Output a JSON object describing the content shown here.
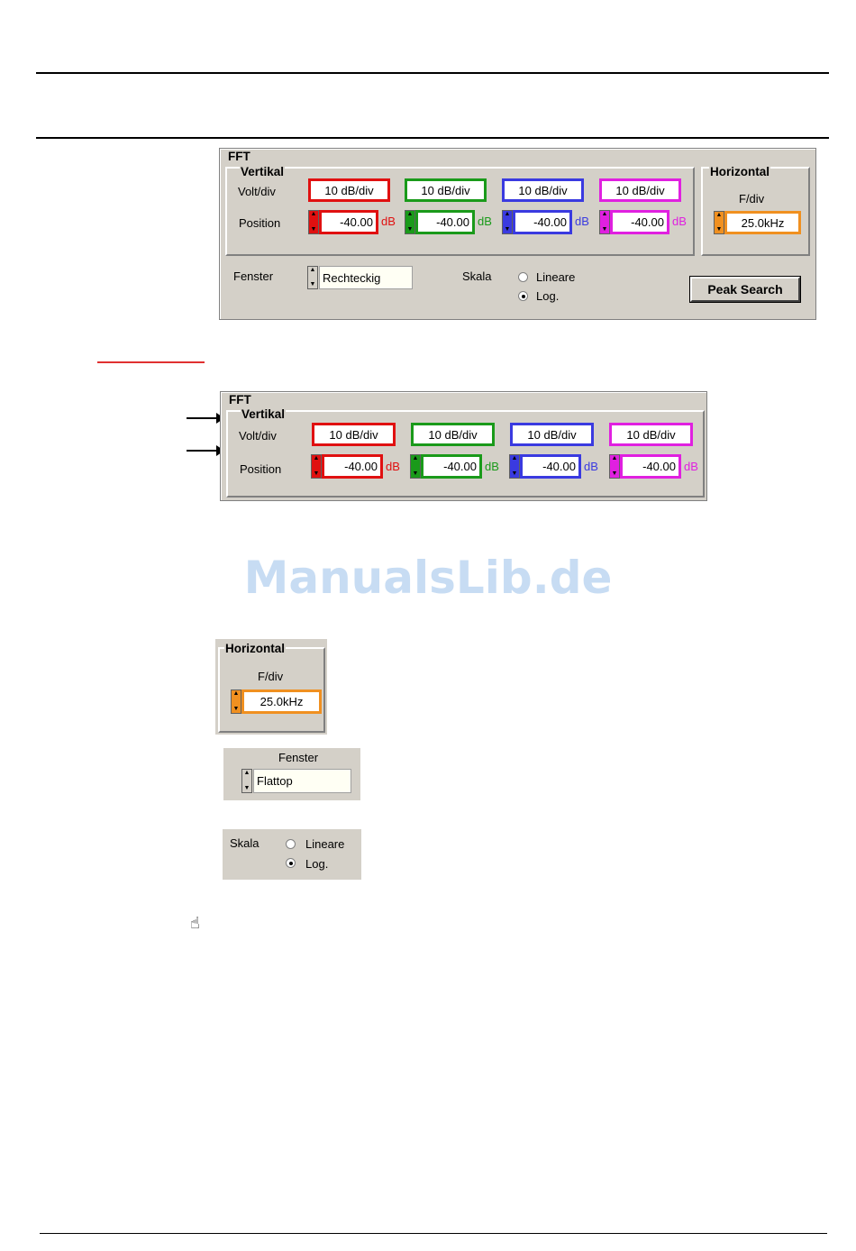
{
  "colors": {
    "ch1": "#e01010",
    "ch2": "#1a9a1a",
    "ch3": "#3a3ae0",
    "ch4": "#e020e0",
    "horizontal": "#f09020",
    "panel_bg": "#d4d0c8",
    "link_underline": "#e03030",
    "watermark": "#c7dcf3"
  },
  "fft_panel": {
    "title": "FFT",
    "vertical_title": "Vertikal",
    "volt_div_label": "Volt/div",
    "position_label": "Position",
    "channels": [
      {
        "volt_div": "10 dB/div",
        "position": "-40.00",
        "unit": "dB"
      },
      {
        "volt_div": "10 dB/div",
        "position": "-40.00",
        "unit": "dB"
      },
      {
        "volt_div": "10 dB/div",
        "position": "-40.00",
        "unit": "dB"
      },
      {
        "volt_div": "10 dB/div",
        "position": "-40.00",
        "unit": "dB"
      }
    ],
    "horizontal_title": "Horizontal",
    "f_div_label": "F/div",
    "f_div_value": "25.0kHz",
    "window_label": "Fenster",
    "window_value": "Rechteckig",
    "scale_label": "Skala",
    "scale_linear": "Lineare",
    "scale_log": "Log.",
    "scale_selected": "log",
    "peak_search": "Peak Search"
  },
  "vertical_panel": {
    "title": "FFT",
    "vertical_title": "Vertikal",
    "volt_div_label": "Volt/div",
    "position_label": "Position",
    "channels": [
      {
        "volt_div": "10 dB/div",
        "position": "-40.00",
        "unit": "dB"
      },
      {
        "volt_div": "10 dB/div",
        "position": "-40.00",
        "unit": "dB"
      },
      {
        "volt_div": "10 dB/div",
        "position": "-40.00",
        "unit": "dB"
      },
      {
        "volt_div": "10 dB/div",
        "position": "-40.00",
        "unit": "dB"
      }
    ]
  },
  "watermark": "ManualsLib.de",
  "horizontal_panel": {
    "title": "Horizontal",
    "f_div_label": "F/div",
    "f_div_value": "25.0kHz"
  },
  "window_panel": {
    "label": "Fenster",
    "value": "Flattop"
  },
  "scale_panel": {
    "label": "Skala",
    "linear": "Lineare",
    "log": "Log.",
    "selected": "log"
  },
  "icons": {
    "note": "pointing-hand-icon",
    "spinner": "up-down-arrows-icon",
    "pointer": "arrow-right-icon"
  }
}
